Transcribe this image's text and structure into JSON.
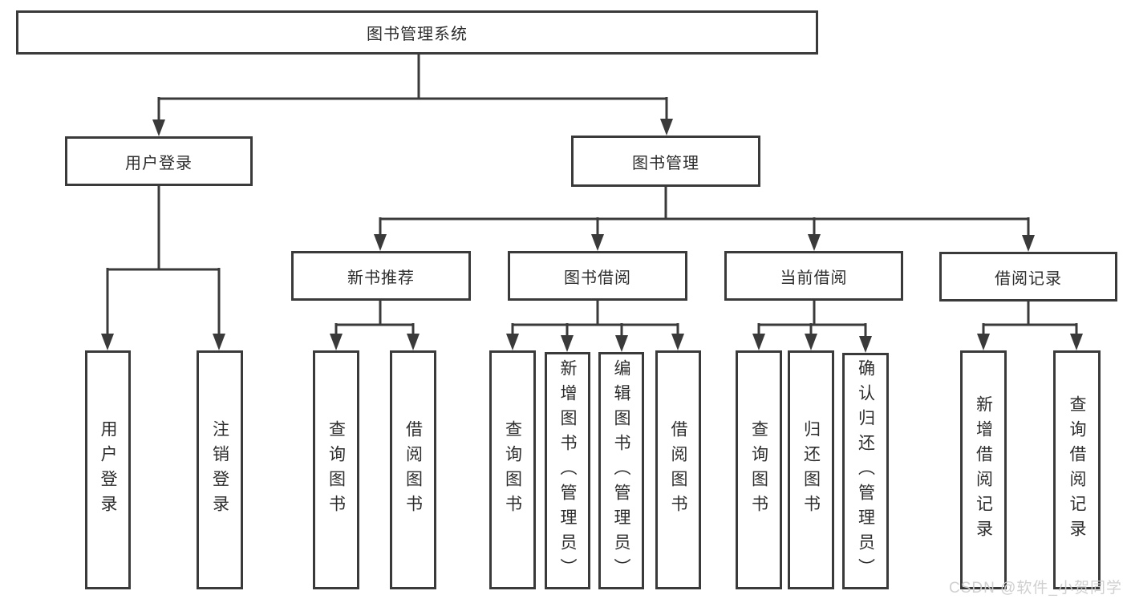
{
  "diagram": {
    "title": "图书管理系统",
    "branches": {
      "user_login": {
        "label": "用户登录",
        "children": {
          "login": "用户登录",
          "logout": "注销登录"
        }
      },
      "book_mgmt": {
        "label": "图书管理",
        "sections": {
          "new_book_rec": {
            "label": "新书推荐",
            "children": {
              "query": "查询图书",
              "borrow": "借阅图书"
            }
          },
          "book_borrow": {
            "label": "图书借阅",
            "children": {
              "query": "查询图书",
              "add": "新增图书（管理员）",
              "edit": "编辑图书（管理员）",
              "borrow": "借阅图书"
            }
          },
          "current_borrow": {
            "label": "当前借阅",
            "children": {
              "query": "查询图书",
              "return": "归还图书",
              "confirm": "确认归还（管理员）"
            }
          },
          "borrow_records": {
            "label": "借阅记录",
            "children": {
              "add": "新增借阅记录",
              "query": "查询借阅记录"
            }
          }
        }
      }
    }
  },
  "watermark": "CSDN @软件_小贺同学",
  "colors": {
    "line": "#3a3a3a",
    "box_border": "#3a3a3a",
    "text": "#2d2d2d",
    "background": "#ffffff",
    "watermark": "#cdcdcd"
  }
}
